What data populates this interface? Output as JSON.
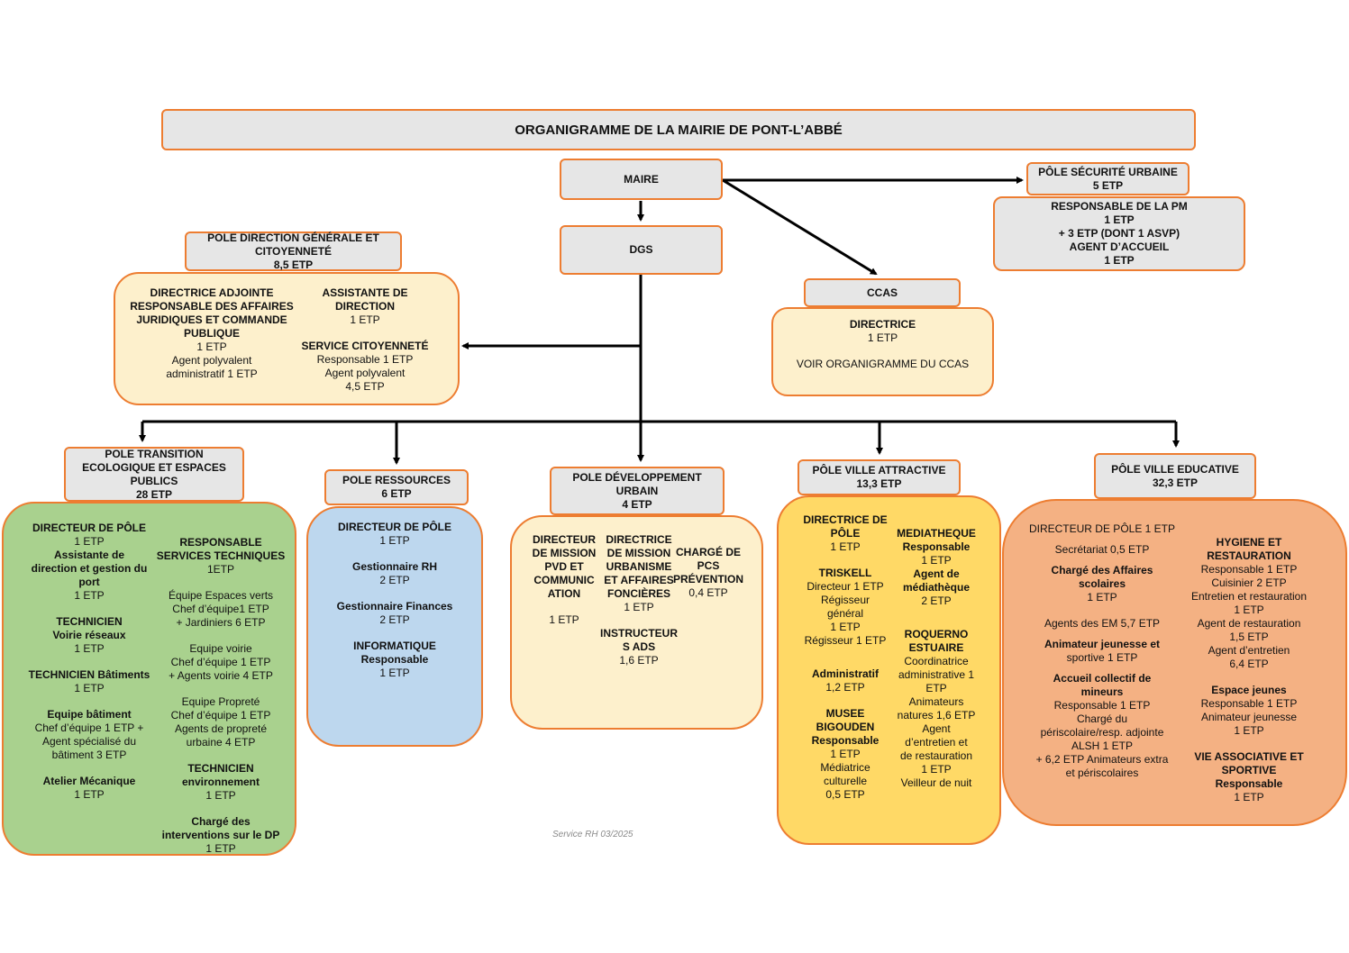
{
  "title": "ORGANIGRAMME DE LA MAIRIE DE PONT-L’ABBÉ",
  "maire": "MAIRE",
  "dgs": "DGS",
  "securite": {
    "header": [
      "PÔLE SÉCURITÉ URBAINE",
      "5 ETP"
    ],
    "body": [
      {
        "t": "RESPONSABLE DE LA PM",
        "b": true
      },
      {
        "t": "1 ETP"
      },
      {
        "t": "+ 3 ETP (DONT 1 ASVP)",
        "b": true
      },
      {
        "t": "AGENT D’ACCUEIL",
        "b": true
      },
      {
        "t": "1 ETP"
      }
    ]
  },
  "ccas": {
    "header": [
      "CCAS"
    ],
    "body": [
      {
        "t": "DIRECTRICE",
        "b": true
      },
      {
        "t": "1 ETP"
      },
      {
        "gap": true
      },
      {
        "t": "VOIR ORGANIGRAMME DU CCAS"
      }
    ]
  },
  "direction": {
    "header": [
      "POLE DIRECTION GÉNÉRALE ET",
      "CITOYENNETÉ",
      "8,5 ETP"
    ],
    "col1": [
      {
        "t": "DIRECTRICE ADJOINTE",
        "b": true
      },
      {
        "t": "RESPONSABLE DES AFFAIRES",
        "b": true
      },
      {
        "t": "JURIDIQUES ET COMMANDE",
        "b": true
      },
      {
        "t": "PUBLIQUE",
        "b": true
      },
      {
        "t": "1 ETP"
      },
      {
        "t": "Agent polyvalent"
      },
      {
        "t": "administratif 1 ETP"
      }
    ],
    "col2": [
      {
        "t": "ASSISTANTE DE DIRECTION",
        "b": true
      },
      {
        "t": "1 ETP"
      },
      {
        "gap": true
      },
      {
        "t": "SERVICE CITOYENNETÉ",
        "b": true
      },
      {
        "t": "Responsable 1 ETP"
      },
      {
        "t": "Agent polyvalent"
      },
      {
        "t": "4,5 ETP"
      }
    ]
  },
  "transition": {
    "header": [
      "POLE TRANSITION",
      "ECOLOGIQUE ET ESPACES",
      "PUBLICS",
      "28 ETP"
    ],
    "col1": [
      {
        "t": "DIRECTEUR DE PÔLE",
        "b": true
      },
      {
        "t": "1 ETP"
      },
      {
        "t": "Assistante de",
        "b": true
      },
      {
        "t": "direction et gestion du",
        "b": true
      },
      {
        "t": "port",
        "b": true
      },
      {
        "t": "1 ETP"
      },
      {
        "gap": true
      },
      {
        "t": "TECHNICIEN",
        "b": true
      },
      {
        "t": "Voirie réseaux",
        "b": true
      },
      {
        "t": "1 ETP"
      },
      {
        "gap": true
      },
      {
        "t": "TECHNICIEN Bâtiments",
        "b": true
      },
      {
        "t": "1 ETP"
      },
      {
        "gap": true
      },
      {
        "t": "Equipe bâtiment",
        "b": true
      },
      {
        "t": "Chef d’équipe 1 ETP +"
      },
      {
        "t": "Agent spécialisé du"
      },
      {
        "t": "bâtiment 3 ETP"
      },
      {
        "gap": true
      },
      {
        "t": "Atelier Mécanique",
        "b": true
      },
      {
        "t": "1 ETP"
      }
    ],
    "col2": [
      {
        "t": "RESPONSABLE",
        "b": true
      },
      {
        "t": "SERVICES TECHNIQUES",
        "b": true
      },
      {
        "t": "1ETP"
      },
      {
        "gap": true
      },
      {
        "t": "Équipe Espaces verts"
      },
      {
        "t": "Chef d’équipe1 ETP"
      },
      {
        "t": "+ Jardiniers 6 ETP"
      },
      {
        "gap": true
      },
      {
        "t": "Equipe voirie"
      },
      {
        "t": "Chef d’équipe 1 ETP"
      },
      {
        "t": "+ Agents voirie 4 ETP"
      },
      {
        "gap": true
      },
      {
        "t": "Equipe Propreté"
      },
      {
        "t": "Chef d’équipe 1 ETP"
      },
      {
        "t": "Agents de propreté"
      },
      {
        "t": "urbaine 4 ETP"
      },
      {
        "gap": true
      },
      {
        "t": "TECHNICIEN",
        "b": true
      },
      {
        "t": "environnement",
        "b": true
      },
      {
        "t": "1 ETP"
      },
      {
        "gap": true
      },
      {
        "t": "Chargé des",
        "b": true
      },
      {
        "t": "interventions sur le DP",
        "b": true
      },
      {
        "t": "1 ETP"
      }
    ]
  },
  "ressources": {
    "header": [
      "POLE RESSOURCES",
      "6 ETP"
    ],
    "col1": [
      {
        "t": "DIRECTEUR DE PÔLE",
        "b": true
      },
      {
        "t": "1 ETP"
      },
      {
        "gap": true
      },
      {
        "t": "Gestionnaire RH",
        "b": true
      },
      {
        "t": "2 ETP"
      },
      {
        "gap": true
      },
      {
        "t": "Gestionnaire Finances",
        "b": true
      },
      {
        "t": "2 ETP"
      },
      {
        "gap": true
      },
      {
        "t": "INFORMATIQUE",
        "b": true
      },
      {
        "t": "Responsable",
        "b": true
      },
      {
        "t": "1 ETP"
      }
    ]
  },
  "urbain": {
    "header": [
      "POLE DÉVELOPPEMENT",
      "URBAIN",
      "4 ETP"
    ],
    "col1": [
      {
        "t": "DIRECTEUR",
        "b": true
      },
      {
        "t": "DE MISSION",
        "b": true
      },
      {
        "t": "PVD ET",
        "b": true
      },
      {
        "t": "COMMUNIC",
        "b": true
      },
      {
        "t": "ATION",
        "b": true
      },
      {
        "gap": true
      },
      {
        "t": "1 ETP"
      }
    ],
    "col2": [
      {
        "t": "DIRECTRICE",
        "b": true
      },
      {
        "t": "DE MISSION",
        "b": true
      },
      {
        "t": "URBANISME",
        "b": true
      },
      {
        "t": "ET AFFAIRES",
        "b": true
      },
      {
        "t": "FONCIÈRES",
        "b": true
      },
      {
        "t": "1 ETP"
      },
      {
        "gap": true
      },
      {
        "t": "INSTRUCTEUR",
        "b": true
      },
      {
        "t": "S ADS",
        "b": true
      },
      {
        "t": "1,6 ETP"
      }
    ],
    "col3": [
      {
        "t": "CHARGÉ DE",
        "b": true
      },
      {
        "t": "PCS",
        "b": true
      },
      {
        "t": "PRÉVENTION",
        "b": true
      },
      {
        "t": "0,4 ETP"
      }
    ]
  },
  "attractive": {
    "header": [
      "PÔLE VILLE ATTRACTIVE",
      "13,3 ETP"
    ],
    "col1": [
      {
        "t": "DIRECTRICE DE",
        "b": true
      },
      {
        "t": "PÔLE",
        "b": true
      },
      {
        "t": "1 ETP"
      },
      {
        "gap": true
      },
      {
        "t": "TRISKELL",
        "b": true
      },
      {
        "t": "Directeur 1 ETP"
      },
      {
        "t": "Régisseur"
      },
      {
        "t": "général"
      },
      {
        "t": "1 ETP"
      },
      {
        "t": "Régisseur 1 ETP"
      },
      {
        "gap": true
      },
      {
        "gap2": true
      },
      {
        "t": "Administratif",
        "b": true
      },
      {
        "t": "1,2 ETP"
      },
      {
        "gap": true
      },
      {
        "t": "MUSEE",
        "b": true
      },
      {
        "t": "BIGOUDEN",
        "b": true
      },
      {
        "t": "Responsable",
        "b": true
      },
      {
        "t": "1 ETP"
      },
      {
        "t": "Médiatrice"
      },
      {
        "t": "culturelle"
      },
      {
        "t": "0,5 ETP"
      }
    ],
    "col2": [
      {
        "t": "MEDIATHEQUE",
        "b": true
      },
      {
        "t": "Responsable",
        "b": true
      },
      {
        "t": "1 ETP"
      },
      {
        "t": "Agent de",
        "b": true
      },
      {
        "t": "médiathèque",
        "b": true
      },
      {
        "t": "2 ETP"
      },
      {
        "gap": true
      },
      {
        "gap2": true
      },
      {
        "t": "ROQUERNO",
        "b": true
      },
      {
        "t": "ESTUAIRE",
        "b": true
      },
      {
        "t": "Coordinatrice"
      },
      {
        "t": "administrative 1"
      },
      {
        "t": "ETP"
      },
      {
        "t": "Animateurs"
      },
      {
        "t": "natures 1,6 ETP"
      },
      {
        "t": "Agent"
      },
      {
        "t": "d’entretien et"
      },
      {
        "t": "de restauration"
      },
      {
        "t": "1 ETP"
      },
      {
        "t": "Veilleur de nuit"
      }
    ]
  },
  "educative": {
    "header": [
      "PÔLE VILLE EDUCATIVE",
      "32,3 ETP"
    ],
    "col1": [
      {
        "t": "DIRECTEUR DE PÔLE 1 ETP"
      },
      {
        "gap2": true
      },
      {
        "t": "Secrétariat 0,5 ETP"
      },
      {
        "gap2": true
      },
      {
        "t": "Chargé des Affaires",
        "b": true
      },
      {
        "t": "scolaires",
        "b": true
      },
      {
        "t": "1 ETP"
      },
      {
        "gap": true
      },
      {
        "t": "Agents des EM 5,7 ETP"
      },
      {
        "gap2": true
      },
      {
        "t": "Animateur jeunesse et",
        "b": true
      },
      {
        "t": "sportive 1 ETP"
      },
      {
        "gap2": true
      },
      {
        "t": "Accueil collectif de",
        "b": true
      },
      {
        "t": "mineurs",
        "b": true
      },
      {
        "t": "Responsable 1 ETP"
      },
      {
        "t": "Chargé du"
      },
      {
        "t": "périscolaire/resp. adjointe"
      },
      {
        "t": "ALSH 1 ETP"
      },
      {
        "t": "+ 6,2 ETP Animateurs extra"
      },
      {
        "t": "et périscolaires"
      }
    ],
    "col2": [
      {
        "t": "HYGIENE ET RESTAURATION",
        "b": true
      },
      {
        "t": "Responsable 1 ETP"
      },
      {
        "t": "Cuisinier 2 ETP"
      },
      {
        "t": "Entretien et restauration"
      },
      {
        "t": "1 ETP"
      },
      {
        "t": "Agent de restauration"
      },
      {
        "t": "1,5 ETP"
      },
      {
        "t": "Agent d’entretien"
      },
      {
        "t": "6,4 ETP"
      },
      {
        "gap": true
      },
      {
        "t": "Espace jeunes",
        "b": true
      },
      {
        "t": "Responsable 1 ETP"
      },
      {
        "t": "Animateur jeunesse"
      },
      {
        "t": "1 ETP"
      },
      {
        "gap": true
      },
      {
        "t": "VIE ASSOCIATIVE ET",
        "b": true
      },
      {
        "t": "SPORTIVE",
        "b": true
      },
      {
        "t": "Responsable",
        "b": true
      },
      {
        "t": "1 ETP"
      }
    ]
  },
  "footer": "Service RH 03/2025",
  "colors": {
    "border": "#ed7d31",
    "header": "#e6e6e6",
    "light": "#fdf0cc",
    "green": "#a9d18e",
    "blue": "#bdd7ee",
    "yellow": "#ffd966",
    "orange": "#f4b183"
  }
}
